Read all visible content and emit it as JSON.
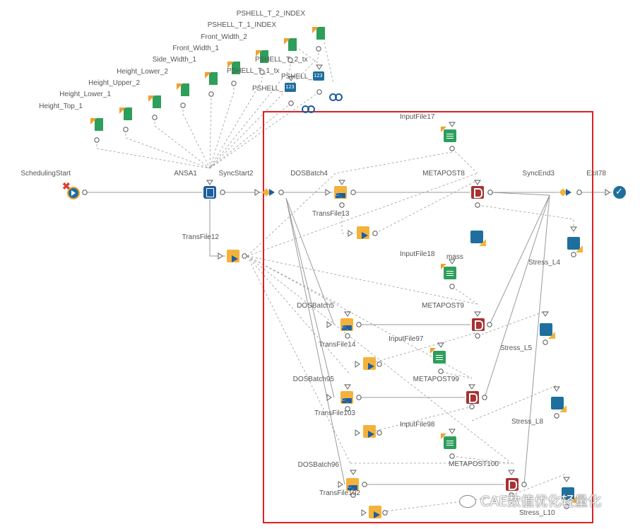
{
  "diagram": {
    "params": [
      {
        "label": "Height_Top_1"
      },
      {
        "label": "Height_Lower_1"
      },
      {
        "label": "Height_Upper_2"
      },
      {
        "label": "Height_Lower_2"
      },
      {
        "label": "Side_Width_1"
      },
      {
        "label": "Front_Width_1"
      },
      {
        "label": "Front_Width_2"
      },
      {
        "label": "PSHELL_T_1_INDEX"
      },
      {
        "label": "PSHELL_T_2_INDEX"
      },
      {
        "label": "PSHELL_T_1_tx"
      },
      {
        "label": "PSHELL_T_2_tx"
      },
      {
        "label": "PSHELL_"
      },
      {
        "label": "PSHELL_"
      }
    ],
    "nodes": {
      "scheduling_start": "SchedulingStart",
      "ansa": "ANSA1",
      "sync_start": "SyncStart2",
      "trans_file_12": "TransFile12",
      "dos_batch_4": "DOSBatch4",
      "trans_file_13": "TransFile13",
      "input_file_17": "InputFile17",
      "metapost_8": "METAPOST8",
      "sync_end": "SyncEnd3",
      "exit": "Exit78",
      "input_file_18": "InputFile18",
      "mass": "mass",
      "stress_l4": "Stress_L4",
      "dos_batch_5": "DOSBatch5",
      "metapost_9": "METAPOST9",
      "trans_file_14": "TransFile14",
      "input_file_97": "InputFile97",
      "stress_l5": "Stress_L5",
      "dos_batch_95": "DOSBatch95",
      "metapost_99": "METAPOST99",
      "trans_file_103": "TransFile103",
      "input_file_98": "InputFile98",
      "stress_l8": "Stress_L8",
      "dos_batch_96": "DOSBatch96",
      "metapost_100": "METAPOST100",
      "trans_file_102": "TransFile102",
      "stress_l10": "Stress_L10"
    },
    "watermark": "CAE数值优化轻量化",
    "colors": {
      "highlight_box": "#e02020",
      "link_line": "#888888",
      "param_green": "#2e9e5b",
      "accent_orange": "#f4b23c",
      "blue": "#1e5f9e",
      "metapost_red": "#a83232"
    }
  }
}
